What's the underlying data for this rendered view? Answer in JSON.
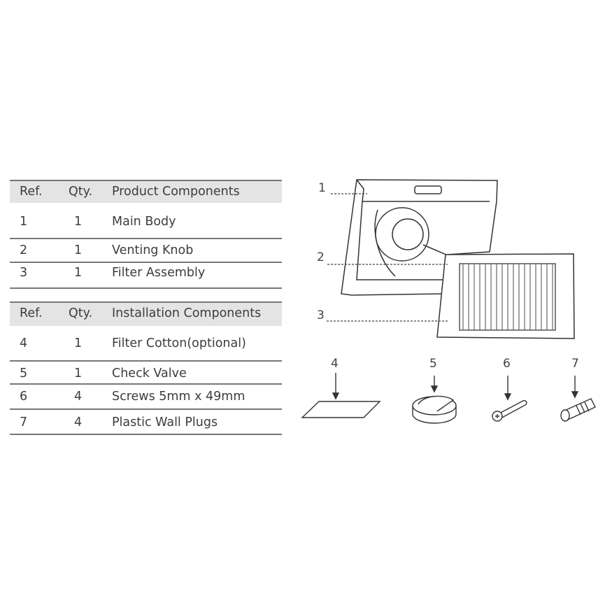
{
  "product_table": {
    "headers": {
      "ref": "Ref.",
      "qty": "Qty.",
      "name": "Product Components"
    },
    "rows": [
      {
        "ref": "1",
        "qty": "1",
        "name": "Main Body"
      },
      {
        "ref": "2",
        "qty": "1",
        "name": "Venting Knob"
      },
      {
        "ref": "3",
        "qty": "1",
        "name": "Filter Assembly"
      }
    ]
  },
  "installation_table": {
    "headers": {
      "ref": "Ref.",
      "qty": "Qty.",
      "name": "Installation Components"
    },
    "rows": [
      {
        "ref": "4",
        "qty": "1",
        "name": "Filter Cotton(optional)"
      },
      {
        "ref": "5",
        "qty": "1",
        "name": "Check Valve"
      },
      {
        "ref": "6",
        "qty": "4",
        "name": "Screws 5mm x 49mm"
      },
      {
        "ref": "7",
        "qty": "4",
        "name": "Plastic Wall Plugs"
      }
    ]
  },
  "diagram": {
    "callouts": [
      "1",
      "2",
      "3"
    ],
    "parts": [
      "4",
      "5",
      "6",
      "7"
    ]
  }
}
